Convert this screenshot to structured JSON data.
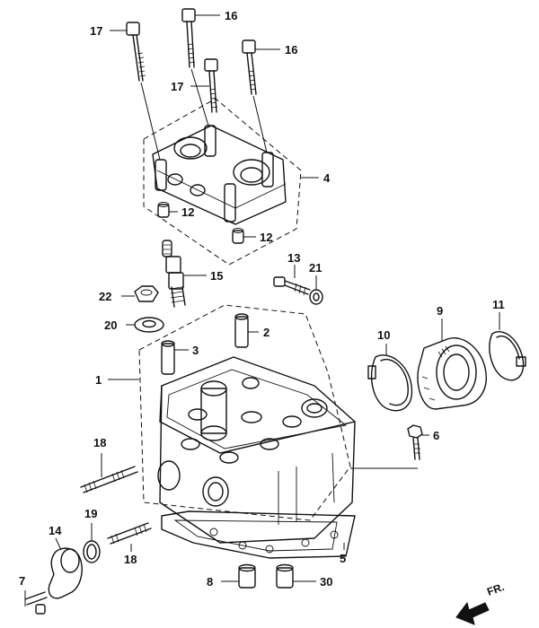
{
  "callouts": {
    "c1": "1",
    "c2": "2",
    "c3": "3",
    "c4": "4",
    "c5": "5",
    "c6": "6",
    "c7": "7",
    "c8": "8",
    "c9": "9",
    "c10": "10",
    "c11": "11",
    "c12a": "12",
    "c12b": "12",
    "c13": "13",
    "c14": "14",
    "c15": "15",
    "c16a": "16",
    "c16b": "16",
    "c17a": "17",
    "c17b": "17",
    "c18a": "18",
    "c18b": "18",
    "c19": "19",
    "c20": "20",
    "c21": "21",
    "c22": "22",
    "c30": "30"
  },
  "front_marker": "FR."
}
